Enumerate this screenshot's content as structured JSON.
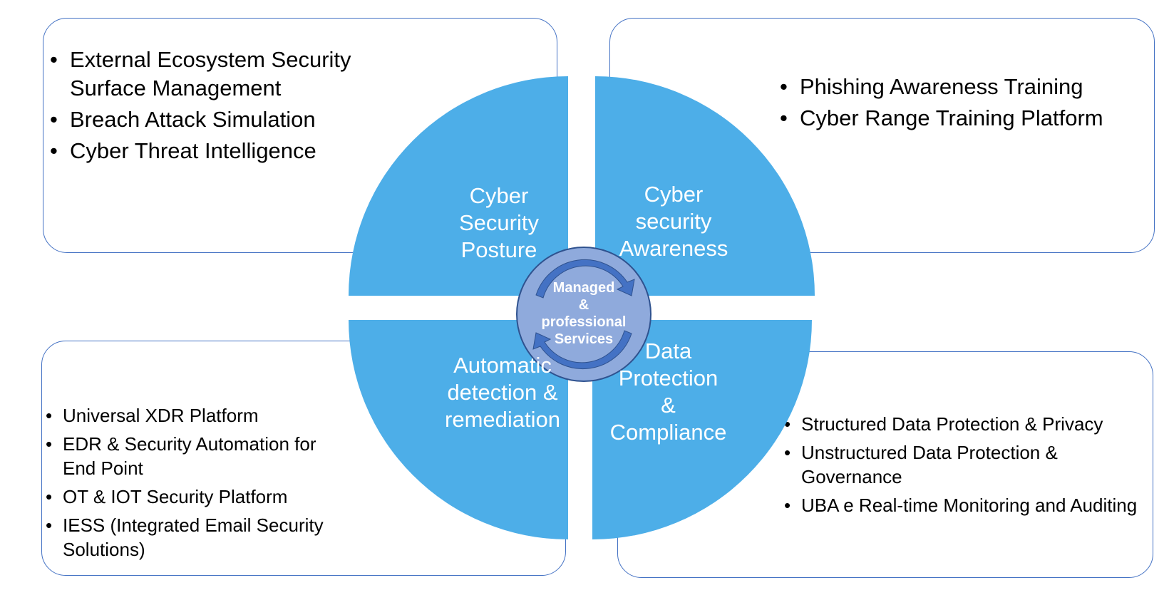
{
  "colors": {
    "quadrant": "#4daee8",
    "center": "#8faadc",
    "border": "#4472c4",
    "arrow": "#4472c4"
  },
  "quadrants": {
    "top_left": {
      "lines": [
        "Cyber",
        "Security",
        "Posture"
      ]
    },
    "top_right": {
      "lines": [
        "Cyber",
        "security",
        "Awareness"
      ]
    },
    "bottom_left": {
      "lines": [
        "Automatic",
        "detection &",
        "remediation"
      ]
    },
    "bottom_right": {
      "lines": [
        "Data",
        "Protection",
        "&",
        "Compliance"
      ]
    }
  },
  "center": {
    "lines": [
      "Managed",
      "&",
      "professional",
      "Services"
    ],
    "icon": "cycle-arrows-icon"
  },
  "boxes": {
    "top_left": [
      "External Ecosystem Security Surface Management",
      "Breach Attack Simulation",
      "Cyber Threat Intelligence"
    ],
    "top_right": [
      "Phishing Awareness Training",
      "Cyber Range Training Platform"
    ],
    "bottom_left": [
      "Universal XDR Platform",
      "EDR & Security Automation for End Point",
      "OT & IOT Security Platform",
      "IESS (Integrated Email Security Solutions)"
    ],
    "bottom_right": [
      "Structured Data Protection & Privacy",
      "Unstructured Data Protection & Governance",
      "UBA e Real-time Monitoring and Auditing"
    ]
  }
}
